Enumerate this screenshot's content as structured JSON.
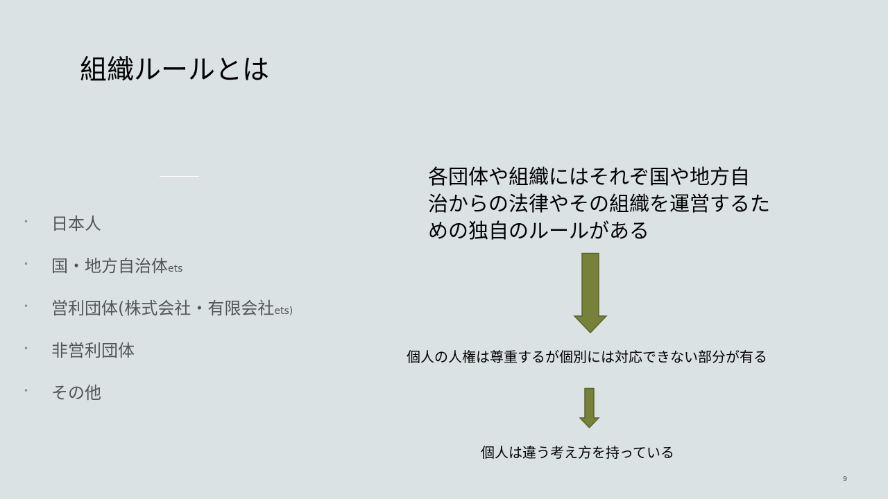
{
  "slide": {
    "title": "組織ルールとは",
    "bullets": [
      {
        "text": "日本人",
        "suffix": ""
      },
      {
        "text": "国・地方自治体",
        "suffix": "ets"
      },
      {
        "text": "営利団体(株式会社・有限会社",
        "suffix": "ets)"
      },
      {
        "text": "非営利団体",
        "suffix": ""
      },
      {
        "text": "その他",
        "suffix": ""
      }
    ],
    "bullet_marker": "•",
    "main_text_lines": [
      "各団体や組織にはそれぞ国や地方自",
      "治からの法律やその組織を運営するた",
      "めの独自のルールがある"
    ],
    "statement_1": "個人の人権は尊重するが個別には対応できない部分が有る",
    "statement_2": "個人は違う考え方を持っている",
    "page_number": "9",
    "colors": {
      "background": "#dbe2e4",
      "arrow_fill": "#76813a",
      "arrow_stroke": "#5b6429",
      "bullet_text": "#505658"
    }
  }
}
